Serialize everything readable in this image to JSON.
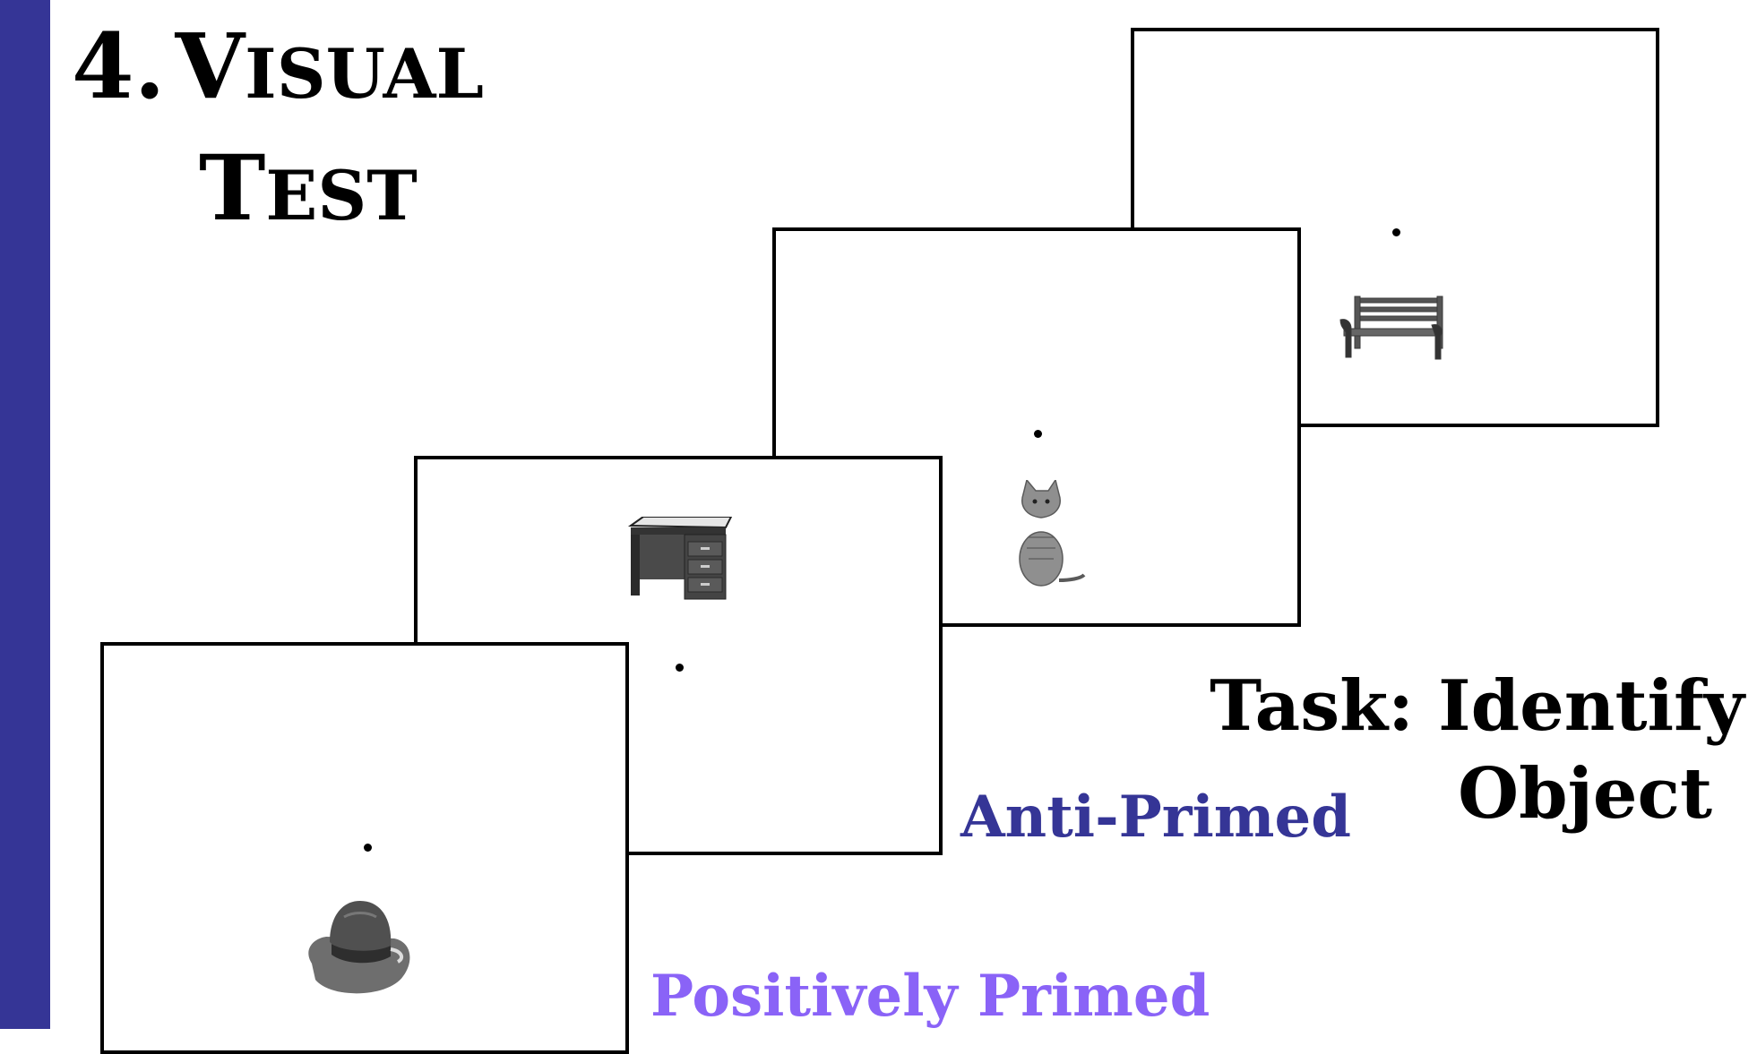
{
  "slide": {
    "title_line1": {
      "number": "4.",
      "v": "V",
      "isual": "ISUAL"
    },
    "title_line2": {
      "t": "T",
      "est": "EST"
    },
    "task_line1": "Task: Identify",
    "task_line2": "Object",
    "label_anti": "Anti-Primed",
    "label_positive": "Positively Primed"
  },
  "colors": {
    "side_bar": "#353596",
    "anti_primed": "#353596",
    "positively_primed": "#8a63f7",
    "frame_border": "#000000"
  },
  "frames": [
    {
      "name": "frame-bench",
      "object": "bench-icon"
    },
    {
      "name": "frame-cat",
      "object": "cat-icon"
    },
    {
      "name": "frame-desk",
      "object": "desk-icon"
    },
    {
      "name": "frame-hat",
      "object": "hat-icon"
    }
  ]
}
